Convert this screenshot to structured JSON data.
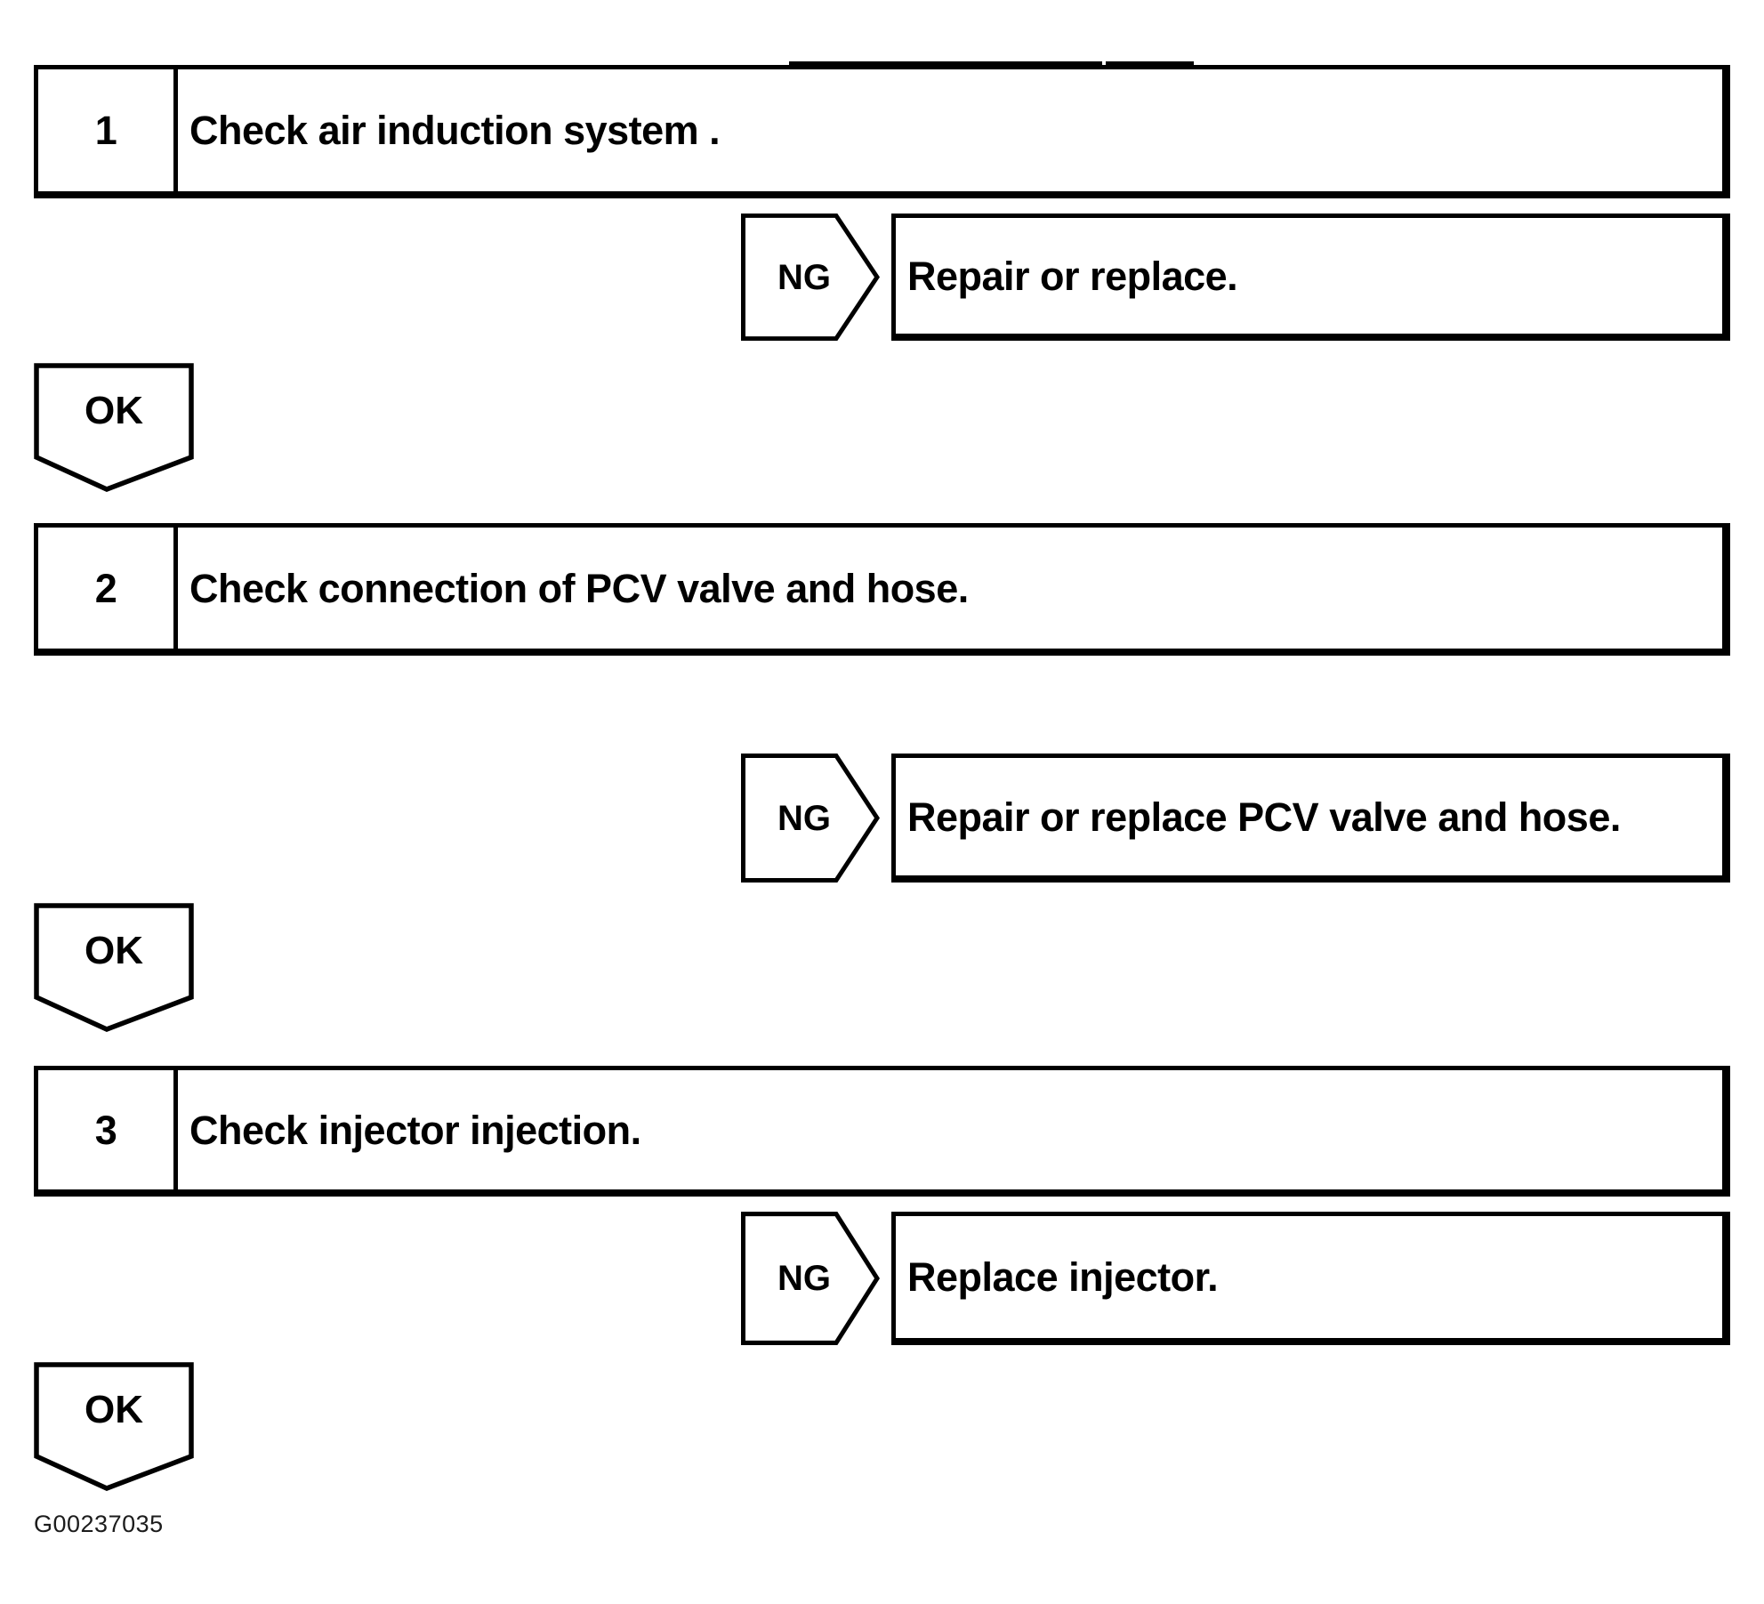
{
  "colors": {
    "line": "#000000",
    "text": "#000000",
    "background": "#ffffff",
    "figure_id": "#1c1c1c"
  },
  "figure_id": "G00237035",
  "steps": [
    {
      "number": "1",
      "instruction": "Check air induction system .",
      "ng": {
        "label": "NG",
        "result": "Repair or replace."
      },
      "ok": {
        "label": "OK"
      }
    },
    {
      "number": "2",
      "instruction": "Check connection of PCV valve and hose.",
      "ng": {
        "label": "NG",
        "result": "Repair or replace PCV valve and hose."
      },
      "ok": {
        "label": "OK"
      }
    },
    {
      "number": "3",
      "instruction": "Check injector injection.",
      "ng": {
        "label": "NG",
        "result": "Replace injector."
      },
      "ok": {
        "label": "OK"
      }
    }
  ]
}
